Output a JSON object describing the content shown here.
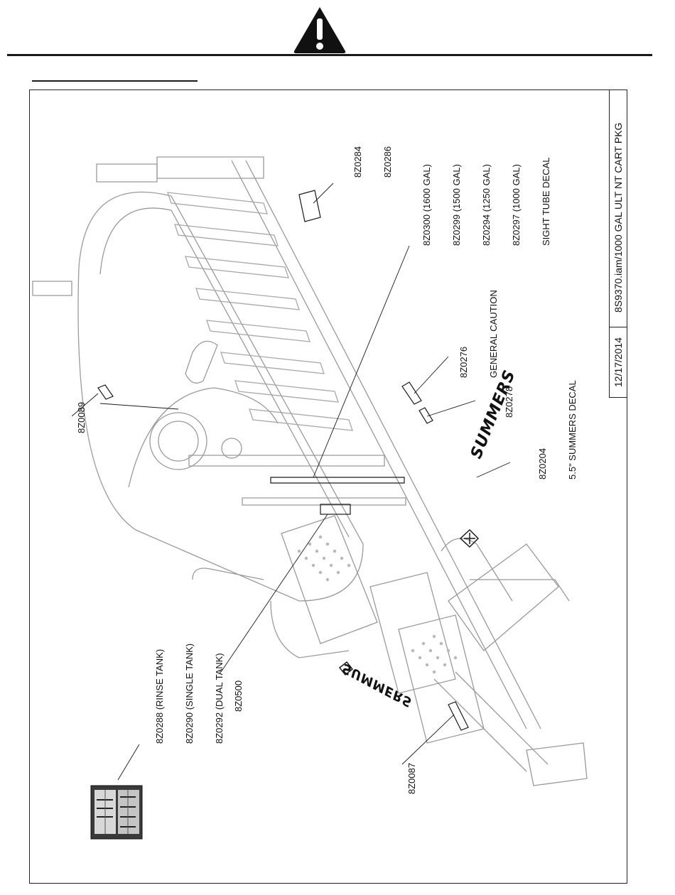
{
  "header": {
    "icon": "warning-triangle-icon"
  },
  "title_block": {
    "date": "12/17/2014",
    "drawing_name": "8S9370.iam/1000 GAL ULT NT CART PKG"
  },
  "callouts": {
    "c_8Z0284": [
      "8Z0284",
      "8Z0286"
    ],
    "c_sight": [
      "8Z0300 (1600 GAL)",
      "8Z0299 (1500 GAL)",
      "8Z0294 (1250 GAL)",
      "8Z0297 (1000 GAL)",
      "SIGHT TUBE DECAL"
    ],
    "c_8Z0276": [
      "8Z0276",
      "GENERAL CAUTION"
    ],
    "c_8Z0278": [
      "8Z0278"
    ],
    "c_8Z0204": [
      "8Z0204",
      "5.5\" SUMMERS DECAL"
    ],
    "c_8Z0089": [
      "8Z0089"
    ],
    "c_8Z0500": [
      "8Z0500"
    ],
    "c_8Z0087": [
      "8Z0087"
    ],
    "c_rinse": [
      "8Z0288 (RINSE TANK)",
      "8Z0290 (SINGLE TANK)",
      "8Z0292 (DUAL TANK)"
    ]
  },
  "logos": {
    "summers_upper": "SUMMERS",
    "summers_lower": "SUMMERS"
  },
  "colors": {
    "line": "#1a1a1a",
    "drawing": "#9a9a9a",
    "drawing_light": "#c4c4c4"
  }
}
